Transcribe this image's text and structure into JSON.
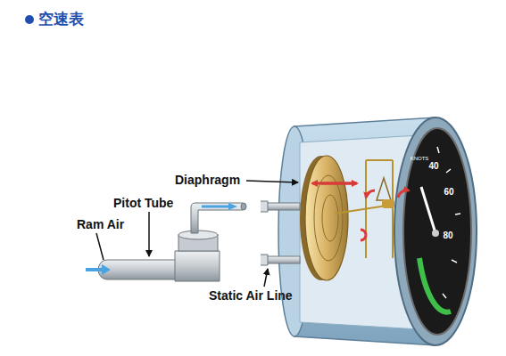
{
  "diagram": {
    "title": "空速表",
    "labels": [
      "Diaphragm",
      "Pitot Tube",
      "Ram Air",
      "Static Air Line",
      "KNOTS",
      "40",
      "60",
      "80"
    ]
  }
}
